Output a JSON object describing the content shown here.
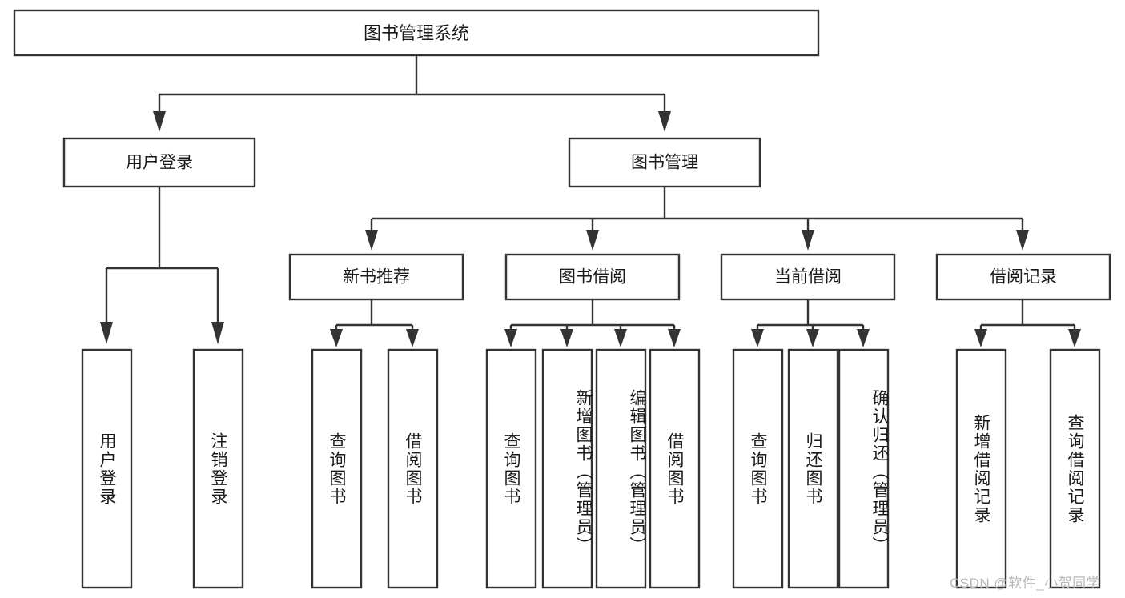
{
  "diagram": {
    "title": "图书管理系统",
    "type": "tree-hierarchy-diagram",
    "colors": {
      "stroke": "#333333",
      "fill": "#ffffff",
      "text": "#1a1a1a",
      "watermark": "#b8b8b8"
    },
    "root": {
      "label": "图书管理系统"
    },
    "level2": [
      {
        "label": "用户登录"
      },
      {
        "label": "图书管理"
      }
    ],
    "level3": [
      {
        "label": "新书推荐"
      },
      {
        "label": "图书借阅"
      },
      {
        "label": "当前借阅"
      },
      {
        "label": "借阅记录"
      }
    ],
    "leaves": {
      "user_login": [
        {
          "label": "用户登录"
        },
        {
          "label": "注销登录"
        }
      ],
      "new_book_recommend": [
        {
          "label": "查询图书"
        },
        {
          "label": "借阅图书"
        }
      ],
      "book_borrow": [
        {
          "label": "查询图书"
        },
        {
          "label": "新增图书（管理员）"
        },
        {
          "label": "编辑图书（管理员）"
        },
        {
          "label": "借阅图书"
        }
      ],
      "current_borrow": [
        {
          "label": "查询图书"
        },
        {
          "label": "归还图书"
        },
        {
          "label": "确认归还（管理员）"
        }
      ],
      "borrow_record": [
        {
          "label": "新增借阅记录"
        },
        {
          "label": "查询借阅记录"
        }
      ]
    }
  },
  "watermark": {
    "text": "CSDN @软件_小贺同学"
  }
}
